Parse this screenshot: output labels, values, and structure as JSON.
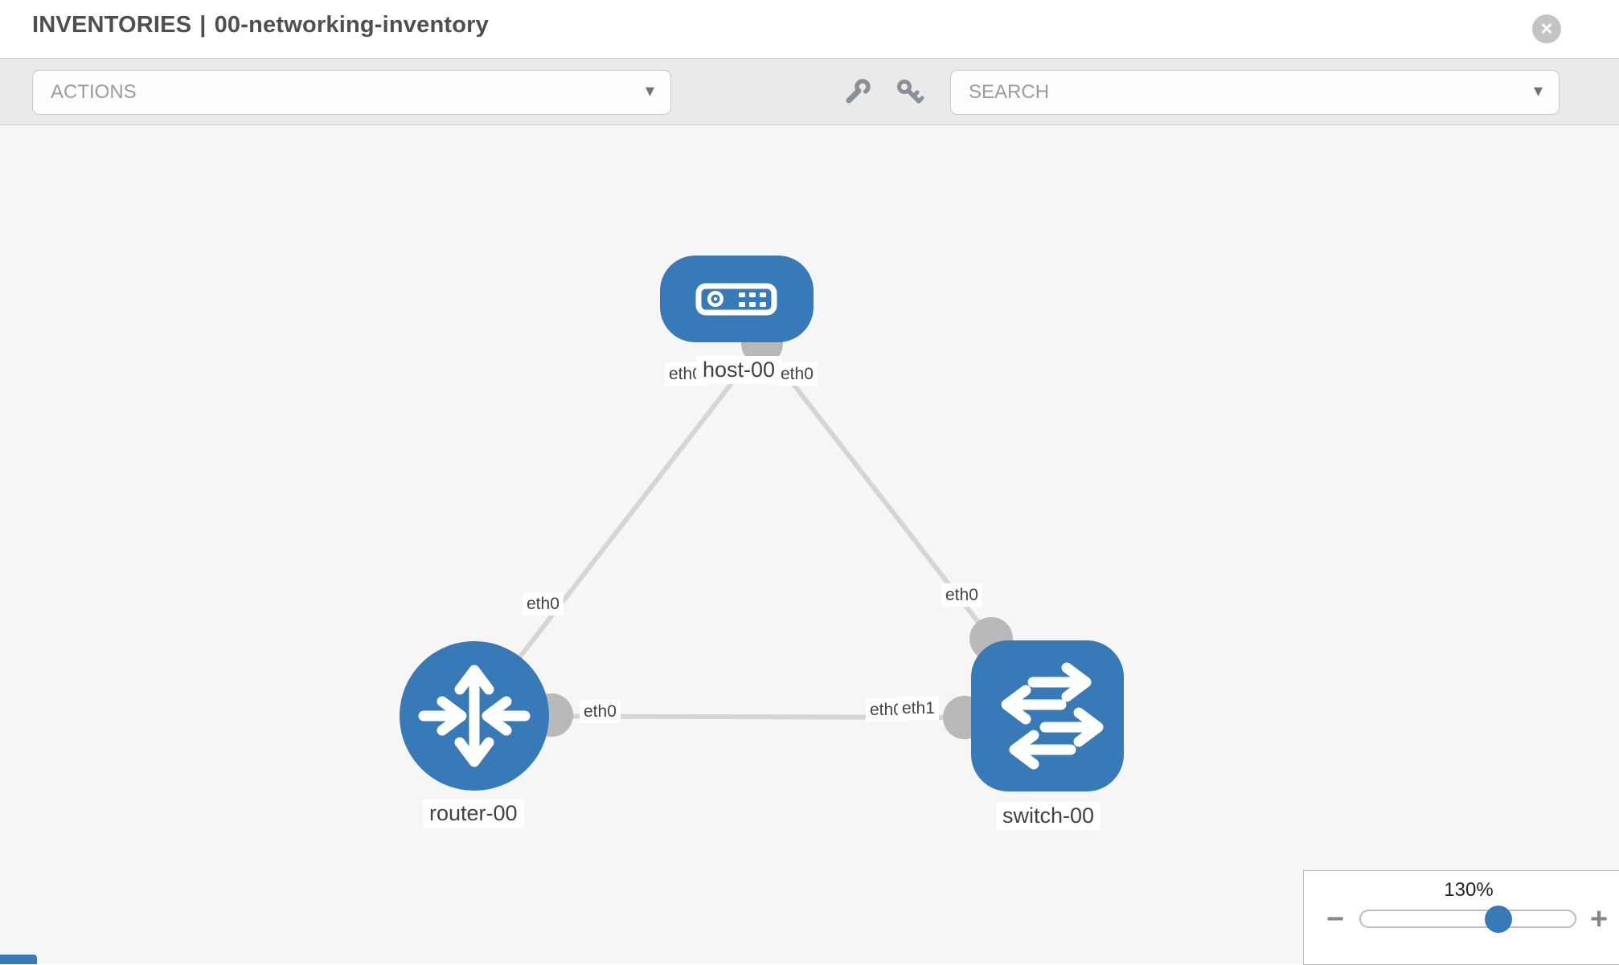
{
  "header": {
    "title_prefix": "INVENTORIES",
    "separator": "|",
    "inventory_name": "00-networking-inventory",
    "close_icon": "×"
  },
  "toolbar": {
    "actions_label": "ACTIONS",
    "search_label": "SEARCH",
    "caret_icon": "▾",
    "wrench_icon": "wrench",
    "key_icon": "key"
  },
  "graph": {
    "nodes": [
      {
        "id": "host-00",
        "type": "host",
        "label": "host-00"
      },
      {
        "id": "router-00",
        "type": "router",
        "label": "router-00"
      },
      {
        "id": "switch-00",
        "type": "switch",
        "label": "switch-00"
      }
    ],
    "links": [
      {
        "source": "host-00",
        "target": "router-00",
        "source_interface": "eth0",
        "target_interface": "eth0"
      },
      {
        "source": "host-00",
        "target": "switch-00",
        "source_interface": "eth0",
        "target_interface": "eth0"
      },
      {
        "source": "router-00",
        "target": "switch-00",
        "source_interface": "eth0",
        "target_interface": "eth1"
      }
    ],
    "interface_labels": [
      {
        "label": "eth0",
        "position": "host-left"
      },
      {
        "label": "eth0",
        "position": "host-right"
      },
      {
        "label": "eth0",
        "position": "router-uplink"
      },
      {
        "label": "eth0",
        "position": "switch-uplink"
      },
      {
        "label": "eth0",
        "position": "router-link"
      },
      {
        "label": "eth0",
        "position": "switch-link-under"
      },
      {
        "label": "eth1",
        "position": "switch-link"
      }
    ]
  },
  "zoom_control": {
    "value": "130%",
    "zoom_out_icon": "−",
    "zoom_in_icon": "+"
  },
  "colors": {
    "node_blue": "#3879b7",
    "link_gray": "#d5d5d5",
    "dot_gray": "#b9b9b9",
    "canvas_bg": "#f6f6f6"
  }
}
